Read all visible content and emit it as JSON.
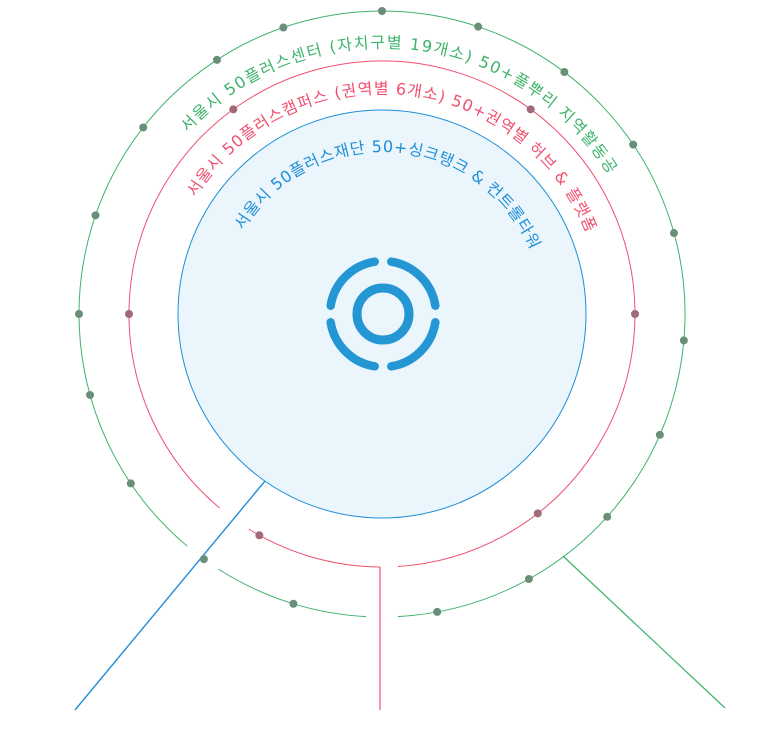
{
  "rings": {
    "inner": {
      "label": "서울시 50플러스재단  50+싱크탱크 & 컨트롤타워",
      "color": "#1f8fd6",
      "fill": "#eaf5fc"
    },
    "middle": {
      "label": "서울시 50플러스캠퍼스 (권역별 6개소) 50+권역별 허브 & 플랫폼",
      "color": "#f0506e",
      "dot_color": "#a06a78"
    },
    "outer": {
      "label": "서울시 50플러스센터 (자치구별 19개소) 50+풀뿌리 지역활동공간",
      "color": "#3db36b",
      "dot_color": "#6a8f78"
    }
  },
  "icon": {
    "name": "target-icon",
    "color": "#2596d4"
  }
}
